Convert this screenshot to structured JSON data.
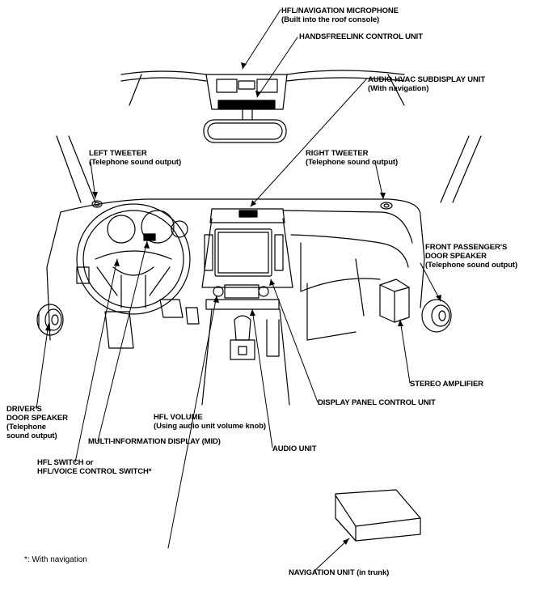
{
  "labels": {
    "microphone": {
      "line1": "HFL/NAVIGATION MICROPHONE",
      "line2": "(Built into the roof console)"
    },
    "handsfree_unit": {
      "line1": "HANDSFREELINK CONTROL UNIT"
    },
    "subdisplay": {
      "line1": "AUDIO-HVAC SUBDISPLAY UNIT",
      "line2": "(With navigation)"
    },
    "left_tweeter": {
      "line1": "LEFT TWEETER",
      "line2": "(Telephone sound output)"
    },
    "right_tweeter": {
      "line1": "RIGHT TWEETER",
      "line2": "(Telephone sound output)"
    },
    "front_pass_speaker": {
      "line1": "FRONT PASSENGER'S",
      "line2": "DOOR SPEAKER",
      "line3": "(Telephone sound output)"
    },
    "stereo_amp": {
      "line1": "STEREO AMPLIFIER"
    },
    "display_panel": {
      "line1": "DISPLAY PANEL CONTROL UNIT"
    },
    "driver_speaker": {
      "line1": "DRIVER'S",
      "line2": "DOOR SPEAKER",
      "line3": "(Telephone",
      "line4": "sound output)"
    },
    "hfl_volume": {
      "line1": "HFL VOLUME",
      "line2": "(Using audio unit volume knob)"
    },
    "mid": {
      "line1": "MULTI-INFORMATION DISPLAY (MID)"
    },
    "audio_unit": {
      "line1": "AUDIO UNIT"
    },
    "hfl_switch": {
      "line1": "HFL SWITCH or",
      "line2": "HFL/VOICE CONTROL SWITCH*"
    },
    "nav_unit": {
      "line1": "NAVIGATION UNIT (in trunk)"
    }
  },
  "footnote": "*: With navigation"
}
